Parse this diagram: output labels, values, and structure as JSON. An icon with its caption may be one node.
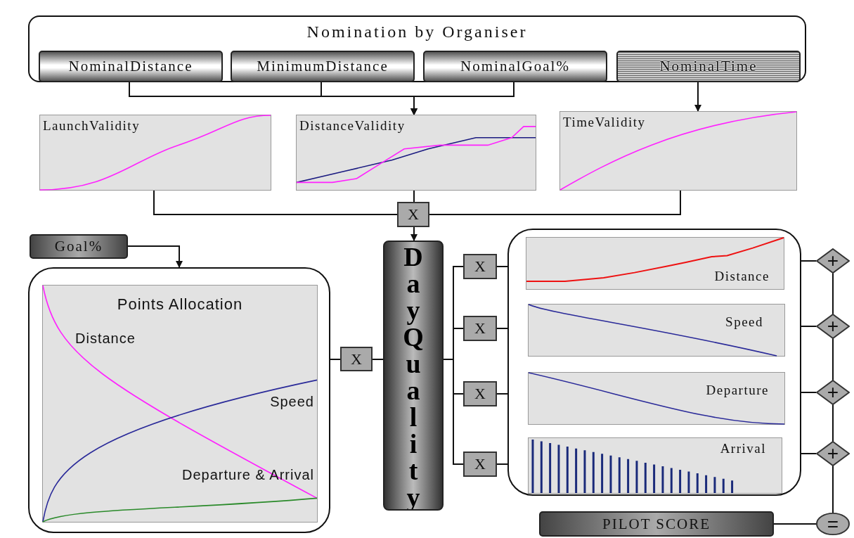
{
  "diagram": {
    "nodes": [
      {
        "text": [
          "Nomination by Organiser"
        ]
      },
      {
        "text": [
          "NominalDistance"
        ],
        "in": 0
      },
      {
        "text": [
          "MinimumDistance"
        ],
        "in": 0
      },
      {
        "text": [
          "NominalGoal%"
        ],
        "in": 0
      },
      {
        "text": [
          "NominalTime"
        ],
        "in": 0
      },
      {
        "text": [
          "LaunchValidity"
        ]
      },
      {
        "text": [
          "DistanceValidity"
        ]
      },
      {
        "text": [
          "TimeValidity"
        ]
      },
      {
        "text": [
          "X"
        ]
      },
      {
        "text": [
          "Goal%"
        ]
      },
      {
        "text": [
          "Points Allocation",
          "Distance",
          "Speed",
          "Departure & Arrival"
        ]
      },
      {
        "text": [
          "X"
        ]
      },
      {
        "text": [
          "DayQuality"
        ]
      },
      {
        "text": [
          "X"
        ]
      },
      {
        "text": [
          "X"
        ]
      },
      {
        "text": [
          "X"
        ]
      },
      {
        "text": [
          "X"
        ]
      },
      {
        "text": [],
        "shape": "box"
      },
      {
        "text": [
          "Distance"
        ],
        "in": 17
      },
      {
        "text": [
          "Speed"
        ],
        "in": 17
      },
      {
        "text": [
          "Departure"
        ],
        "in": 17
      },
      {
        "text": [
          "Arrival"
        ],
        "in": 17
      },
      {
        "text": [
          "+"
        ]
      },
      {
        "text": [
          "+"
        ]
      },
      {
        "text": [
          "+"
        ]
      },
      {
        "text": [
          "+"
        ]
      },
      {
        "text": [
          "="
        ]
      },
      {
        "text": [
          "PILOT SCORE"
        ]
      }
    ],
    "edges": [
      {
        "from": 1,
        "to": 6,
        "arrow": "to"
      },
      {
        "from": 2,
        "to": 6,
        "arrow": "to"
      },
      {
        "from": 3,
        "to": 6,
        "arrow": "to"
      },
      {
        "from": 4,
        "to": 7,
        "arrow": "to"
      },
      {
        "from": 5,
        "to": 8,
        "arrow": "none"
      },
      {
        "from": 6,
        "to": 8,
        "arrow": "none"
      },
      {
        "from": 7,
        "to": 8,
        "arrow": "none"
      },
      {
        "from": 8,
        "to": 12,
        "arrow": "to"
      },
      {
        "from": 9,
        "to": 10,
        "arrow": "to"
      },
      {
        "from": 10,
        "to": 11,
        "arrow": "none"
      },
      {
        "from": 11,
        "to": 12,
        "arrow": "none"
      },
      {
        "from": 12,
        "to": 13,
        "arrow": "none"
      },
      {
        "from": 12,
        "to": 14,
        "arrow": "none"
      },
      {
        "from": 12,
        "to": 15,
        "arrow": "none"
      },
      {
        "from": 12,
        "to": 16,
        "arrow": "none"
      },
      {
        "from": 13,
        "to": 17,
        "arrow": "none"
      },
      {
        "from": 14,
        "to": 17,
        "arrow": "none"
      },
      {
        "from": 15,
        "to": 17,
        "arrow": "none"
      },
      {
        "from": 16,
        "to": 17,
        "arrow": "none"
      },
      {
        "from": 17,
        "to": 22,
        "arrow": "none"
      },
      {
        "from": 17,
        "to": 23,
        "arrow": "none"
      },
      {
        "from": 17,
        "to": 24,
        "arrow": "none"
      },
      {
        "from": 17,
        "to": 25,
        "arrow": "none"
      },
      {
        "from": 22,
        "to": 23,
        "arrow": "none"
      },
      {
        "from": 23,
        "to": 24,
        "arrow": "none"
      },
      {
        "from": 24,
        "to": 25,
        "arrow": "none"
      },
      {
        "from": 25,
        "to": 26,
        "arrow": "none"
      },
      {
        "from": 27,
        "to": 26,
        "arrow": "none"
      }
    ]
  }
}
